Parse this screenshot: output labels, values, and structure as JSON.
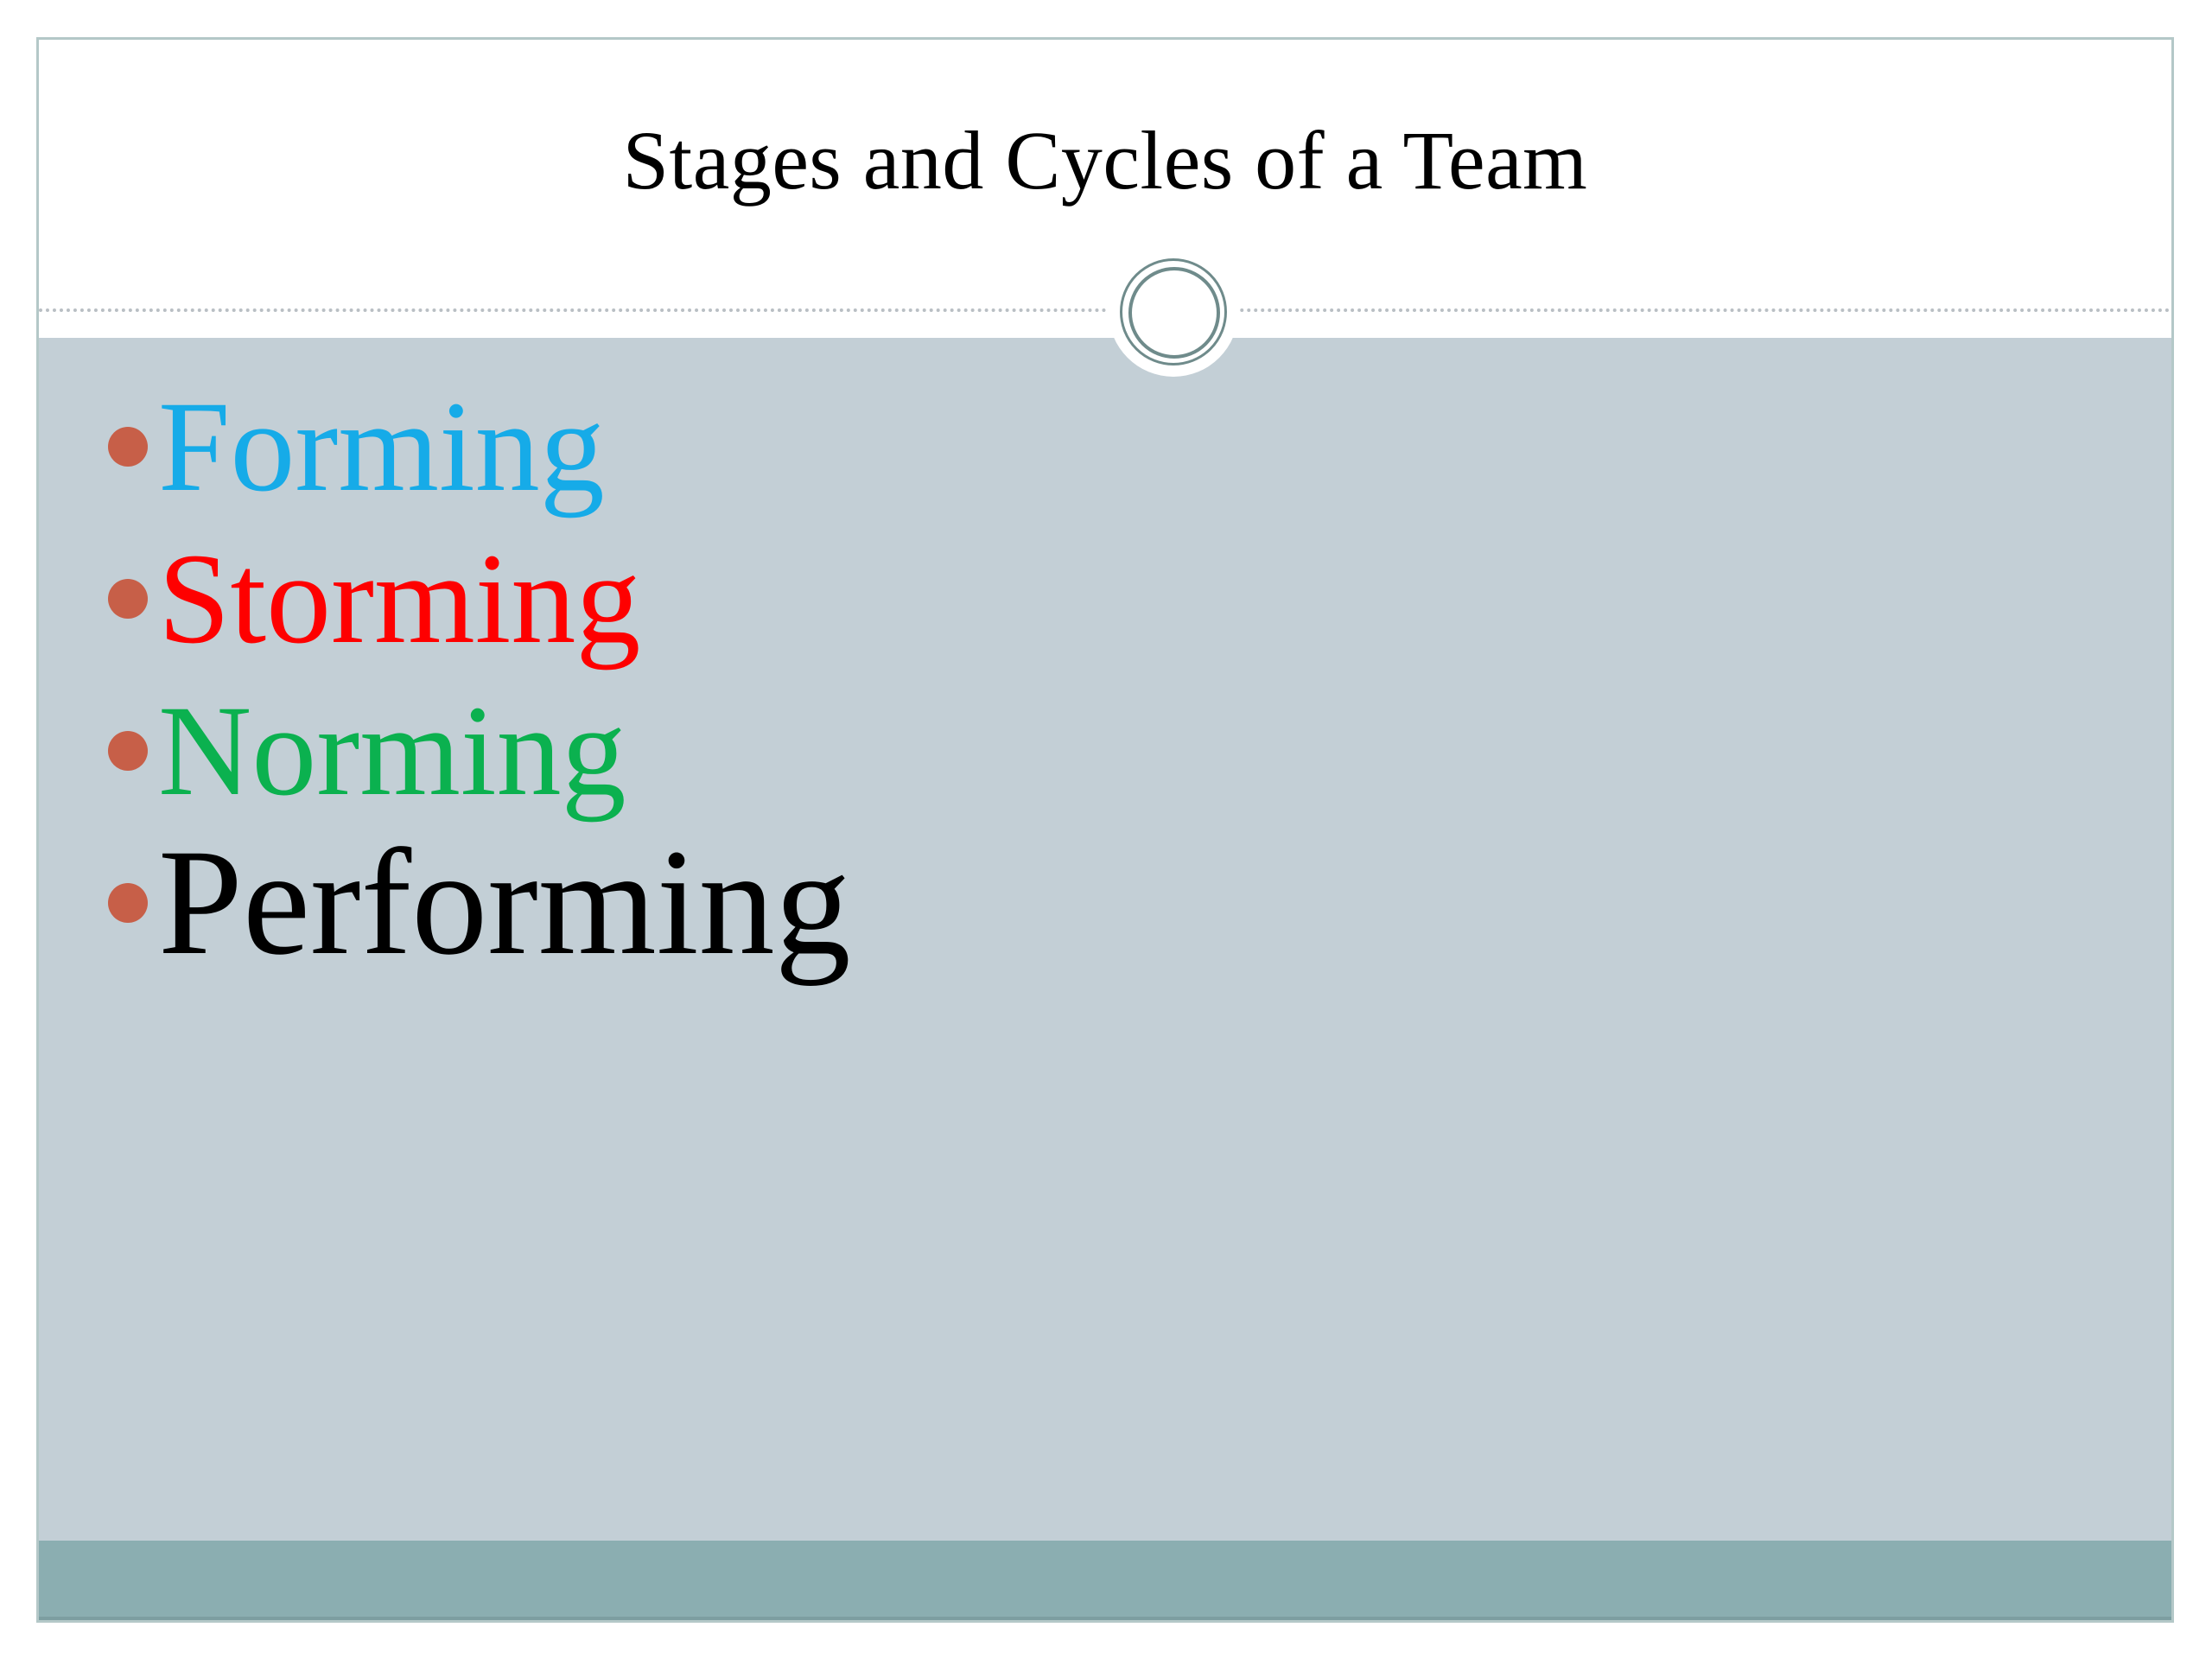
{
  "slide": {
    "title": "Stages and Cycles of a Team",
    "theme_colors": {
      "frame_border": "#b4c8c8",
      "title_band": "#ffffff",
      "body_panel": "#c3cfd6",
      "footer_band": "#8baeb1",
      "ring_stroke": "#6f8b8b",
      "dotted_rule": "#b9bfc4",
      "bullet_dot": "#c75f48"
    },
    "decorations": {
      "ring": "double-ring-circle-icon",
      "rule": "dotted-divider"
    }
  },
  "body": {
    "bullets": [
      {
        "label": "Forming",
        "color": "#16abe8",
        "size": "normal"
      },
      {
        "label": "Storming",
        "color": "#fe0000",
        "size": "normal"
      },
      {
        "label": "Norming",
        "color": "#0bb14f",
        "size": "normal"
      },
      {
        "label": "Performing",
        "color": "#000000",
        "size": "large"
      }
    ]
  }
}
